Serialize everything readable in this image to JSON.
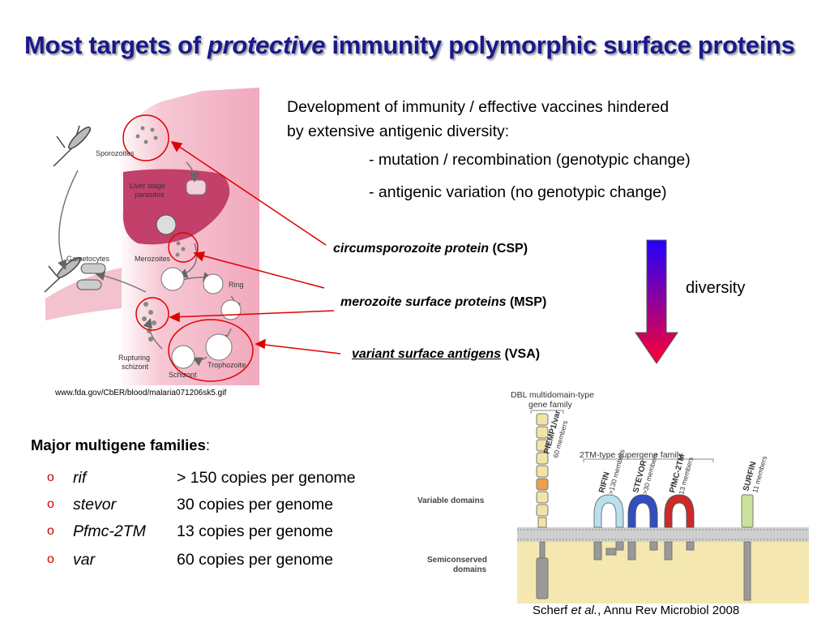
{
  "title": {
    "part1": "Most targets of ",
    "italic": "protective",
    "part2": " immunity polymorphic surface proteins"
  },
  "intro": {
    "line1": "Development of immunity / effective vaccines hindered",
    "line2": "by extensive antigenic diversity:",
    "bullet1": "- mutation / recombination (genotypic change)",
    "bullet2": "- antigenic variation (no genotypic change)"
  },
  "proteins": [
    {
      "name": "circumsporozoite protein",
      "abbr": "(CSP)"
    },
    {
      "name": "merozoite surface proteins",
      "abbr": "(MSP)"
    },
    {
      "name": "variant surface antigens",
      "abbr": "(VSA)"
    }
  ],
  "diversity_label": "diversity",
  "lifecycle": {
    "source": "www.fda.gov/CbER/blood/malaria071206sk5.gif",
    "labels": {
      "sporozoites": "Sporozoites",
      "liver_stage_1": "Liver stage",
      "liver_stage_2": "parasites",
      "gametocytes": "Gametocytes",
      "merozoites": "Merozoites",
      "ring": "Ring",
      "rupturing_1": "Rupturing",
      "rupturing_2": "schizont",
      "schizont": "Schizont",
      "trophozoite": "Trophozoite"
    }
  },
  "multigene": {
    "heading": "Major multigene families",
    "heading_suffix": ":",
    "bullet_glyph": "o",
    "families": [
      {
        "name": "rif",
        "copies": "> 150 copies per genome"
      },
      {
        "name": "stevor",
        "copies": "30 copies per genome"
      },
      {
        "name": "Pfmc-2TM",
        "copies": "13 copies per genome"
      },
      {
        "name": "var",
        "copies": "60 copies per genome"
      }
    ]
  },
  "gene_diagram": {
    "dbl_title_1": "DBL multidomain-type",
    "dbl_title_2": "gene family",
    "tm_title": "2TM-type supergene family",
    "variable_domains": "Variable domains",
    "semiconserved_1": "Semiconserved",
    "semiconserved_2": "domains",
    "families": [
      {
        "name": "PfEMP1/var",
        "members": "60 members"
      },
      {
        "name": "RIFIN",
        "members": ">130 members"
      },
      {
        "name": "STEVOR",
        "members": ">30 members"
      },
      {
        "name": "PfMC-2TM",
        "members": "13 members"
      },
      {
        "name": "SURFIN",
        "members": "11 members"
      }
    ]
  },
  "reference": {
    "author": "Scherf ",
    "etal": "et al.",
    "rest": ", Annu Rev Microbiol 2008"
  },
  "colors": {
    "title": "#1a1a8c",
    "arrow_top": "#2200ff",
    "arrow_bottom": "#ff0033",
    "callout": "#dd0000",
    "body": "#f3b6c6",
    "liver": "#c2406a",
    "membrane": "#b8b8b8",
    "cytoplasm": "#f4e8b0"
  }
}
